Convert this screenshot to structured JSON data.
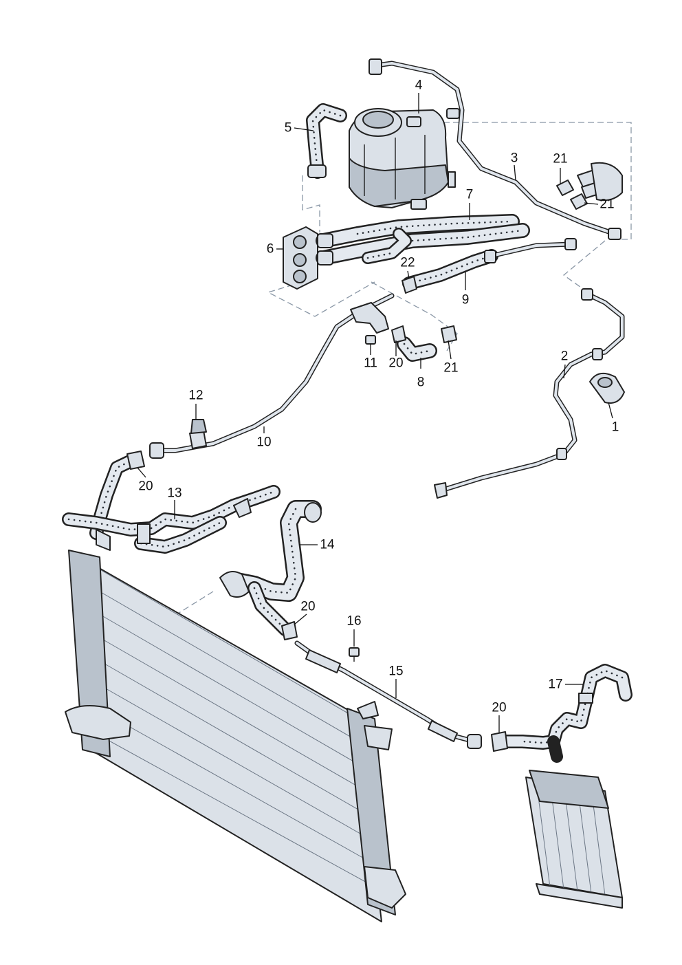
{
  "callouts": [
    {
      "id": "1",
      "label": "1"
    },
    {
      "id": "2",
      "label": "2"
    },
    {
      "id": "3",
      "label": "3"
    },
    {
      "id": "4",
      "label": "4"
    },
    {
      "id": "5",
      "label": "5"
    },
    {
      "id": "6",
      "label": "6"
    },
    {
      "id": "7",
      "label": "7"
    },
    {
      "id": "8",
      "label": "8"
    },
    {
      "id": "9",
      "label": "9"
    },
    {
      "id": "10",
      "label": "10"
    },
    {
      "id": "11",
      "label": "11"
    },
    {
      "id": "12",
      "label": "12"
    },
    {
      "id": "13",
      "label": "13"
    },
    {
      "id": "14",
      "label": "14"
    },
    {
      "id": "15",
      "label": "15"
    },
    {
      "id": "16",
      "label": "16"
    },
    {
      "id": "17",
      "label": "17"
    },
    {
      "id": "20a",
      "label": "20"
    },
    {
      "id": "20b",
      "label": "20"
    },
    {
      "id": "20c",
      "label": "20"
    },
    {
      "id": "20d",
      "label": "20"
    },
    {
      "id": "21a",
      "label": "21"
    },
    {
      "id": "21b",
      "label": "21"
    },
    {
      "id": "21c",
      "label": "21"
    },
    {
      "id": "22",
      "label": "22"
    }
  ],
  "colors": {
    "line": "#222222",
    "part_fill": "#dbe1e8",
    "dash": "#8a97a6",
    "dots": "#2a2f36"
  }
}
